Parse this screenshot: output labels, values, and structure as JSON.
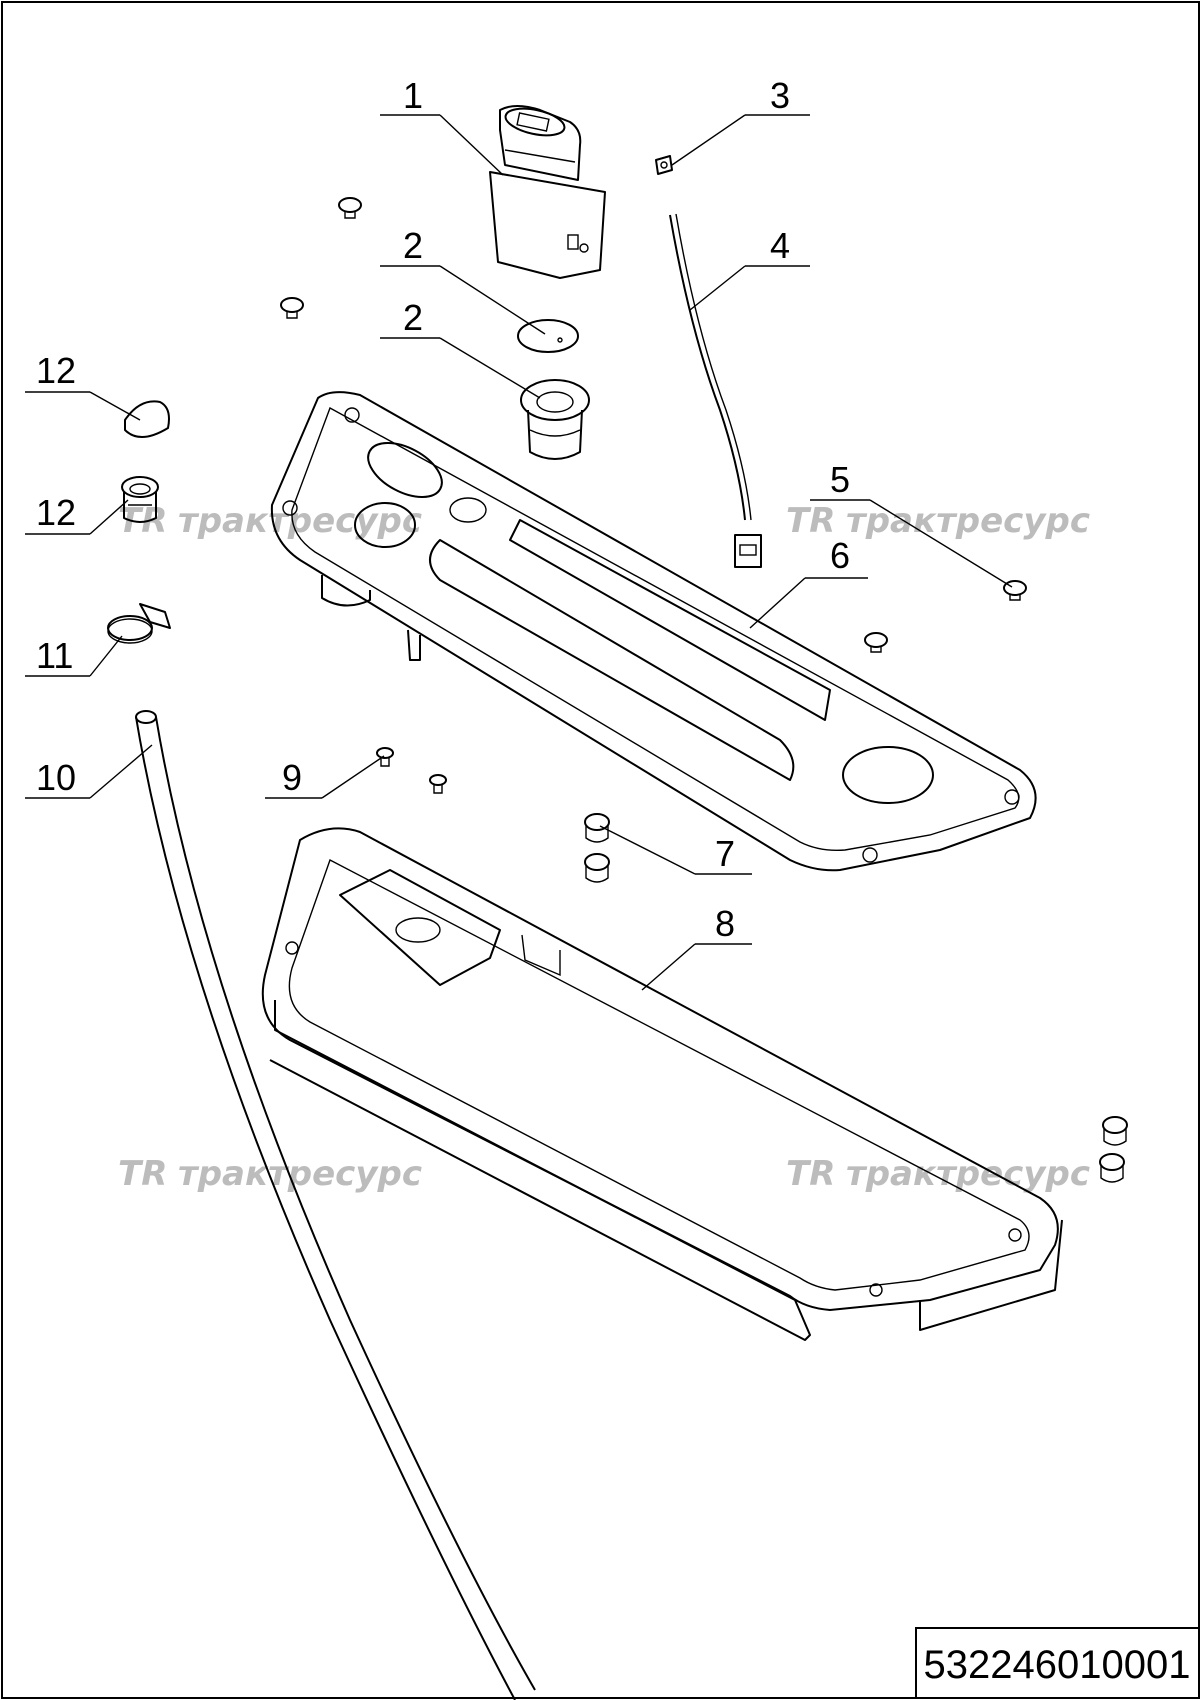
{
  "drawing_code": "532246010001",
  "watermark": "трактресурс",
  "watermark_mark": "TR",
  "callouts": {
    "c1": "1",
    "c2a": "2",
    "c2b": "2",
    "c3": "3",
    "c4": "4",
    "c5": "5",
    "c6": "6",
    "c7": "7",
    "c8": "8",
    "c9": "9",
    "c10": "10",
    "c11": "11",
    "c12a": "12",
    "c12b": "12"
  }
}
